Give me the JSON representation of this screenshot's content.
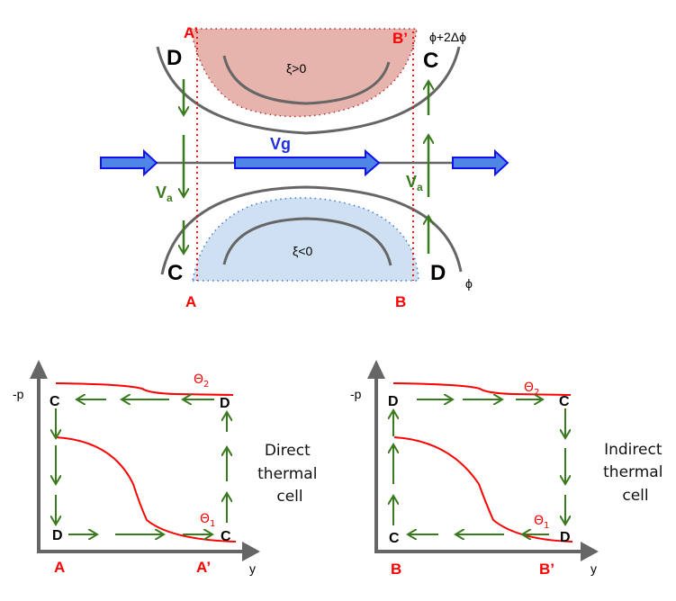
{
  "colors": {
    "red": "#ff0000",
    "green": "#3a7a1e",
    "blue_fill": "#4f86e6",
    "blue_stroke": "#1010ee",
    "gray": "#666666",
    "pink_fill": "#e6b4ad",
    "lightblue_fill": "#cfe0f3"
  },
  "top": {
    "labels": {
      "A_prime": "A’",
      "B_prime": "B’",
      "A": "A",
      "B": "B",
      "phi_top": "ϕ+2Δϕ",
      "phi_bottom": "ϕ",
      "D_top": "D",
      "C_top": "C",
      "C_bottom": "C",
      "D_bottom": "D",
      "vg": "Vg",
      "va_left": "V",
      "va_left_sub": "a",
      "va_right": "V",
      "va_right_sub": "a",
      "zeta_pos": "ξ>0",
      "zeta_neg": "ξ<0"
    }
  },
  "left_panel": {
    "yaxis": "-p",
    "xaxis": "y",
    "x_start": "A",
    "x_end": "A’",
    "corner_tl": "C",
    "corner_tr": "D",
    "corner_bl": "D",
    "corner_br": "C",
    "theta2": "Θ",
    "theta2_sub": "2",
    "theta1": "Θ",
    "theta1_sub": "1",
    "caption": [
      "Direct",
      "thermal",
      "cell"
    ]
  },
  "right_panel": {
    "yaxis": "-p",
    "xaxis": "y",
    "x_start": "B",
    "x_end": "B’",
    "corner_tl": "D",
    "corner_tr": "C",
    "corner_bl": "C",
    "corner_br": "D",
    "theta2": "Θ",
    "theta2_sub": "2",
    "theta1": "Θ",
    "theta1_sub": "1",
    "caption": [
      "Indirect",
      "thermal",
      "cell"
    ]
  }
}
